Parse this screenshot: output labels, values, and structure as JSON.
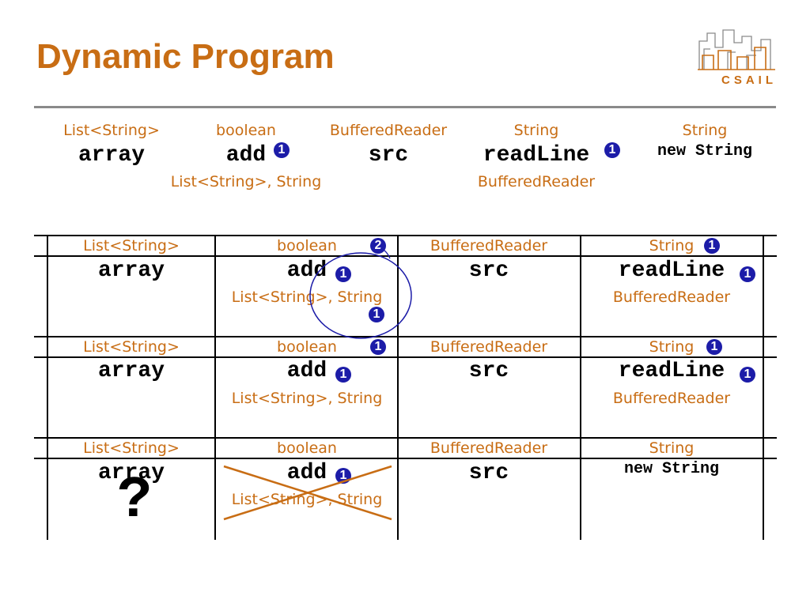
{
  "title": "Dynamic Program",
  "logo": {
    "text": "CSAIL",
    "icon": "skyline-logo-icon"
  },
  "top_row": {
    "items": [
      {
        "type": "List<String>",
        "name": "array"
      },
      {
        "type": "boolean",
        "name": "add",
        "badge": "1",
        "args": "List<String>, String"
      },
      {
        "type": "BufferedReader",
        "name": "src"
      },
      {
        "type": "String",
        "name": "readLine",
        "badge": "1",
        "args": "BufferedReader"
      },
      {
        "type": "String",
        "name": "new String"
      }
    ]
  },
  "table": {
    "rows": [
      {
        "cells": [
          {
            "type": "List<String>",
            "name": "array"
          },
          {
            "type": "boolean",
            "type_badge": "2",
            "name": "add",
            "name_badge": "1",
            "args": "List<String>, String",
            "extra_badge": "1",
            "circled": true
          },
          {
            "type": "BufferedReader",
            "name": "src"
          },
          {
            "type": "String",
            "type_badge": "1",
            "name": "readLine",
            "name_badge": "1",
            "args": "BufferedReader"
          }
        ]
      },
      {
        "cells": [
          {
            "type": "List<String>",
            "name": "array"
          },
          {
            "type": "boolean",
            "type_badge": "1",
            "name": "add",
            "name_badge": "1",
            "args": "List<String>, String"
          },
          {
            "type": "BufferedReader",
            "name": "src"
          },
          {
            "type": "String",
            "type_badge": "1",
            "name": "readLine",
            "name_badge": "1",
            "args": "BufferedReader"
          }
        ]
      },
      {
        "cells": [
          {
            "type": "List<String>",
            "name": "array",
            "mark": "?"
          },
          {
            "type": "boolean",
            "name": "add",
            "name_badge": "1",
            "args": "List<String>, String",
            "crossed_out": true
          },
          {
            "type": "BufferedReader",
            "name": "src"
          },
          {
            "type": "String",
            "name": "new String"
          }
        ]
      }
    ]
  },
  "colors": {
    "accent": "#c86d14",
    "badge": "#1c1ca8",
    "rule": "#8a8a8a",
    "code": "#000000"
  }
}
